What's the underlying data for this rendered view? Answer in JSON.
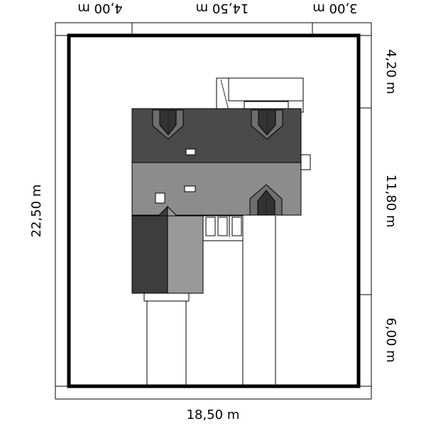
{
  "dimensions": {
    "top": [
      "4,00 m",
      "14,50 m",
      "3,00 m"
    ],
    "right": [
      "4,20 m",
      "11,80 m",
      "6,00 m"
    ],
    "left": "22,50 m",
    "bottom": "18,50 m"
  },
  "colors": {
    "background": "#ffffff",
    "plot_outline": "#000000",
    "roof_dark": "#4a4a4a",
    "roof_medium": "#8c8c8c",
    "roof_garage_dark": "#3d3d3d",
    "roof_garage_light": "#999999",
    "lines": "#000000"
  }
}
